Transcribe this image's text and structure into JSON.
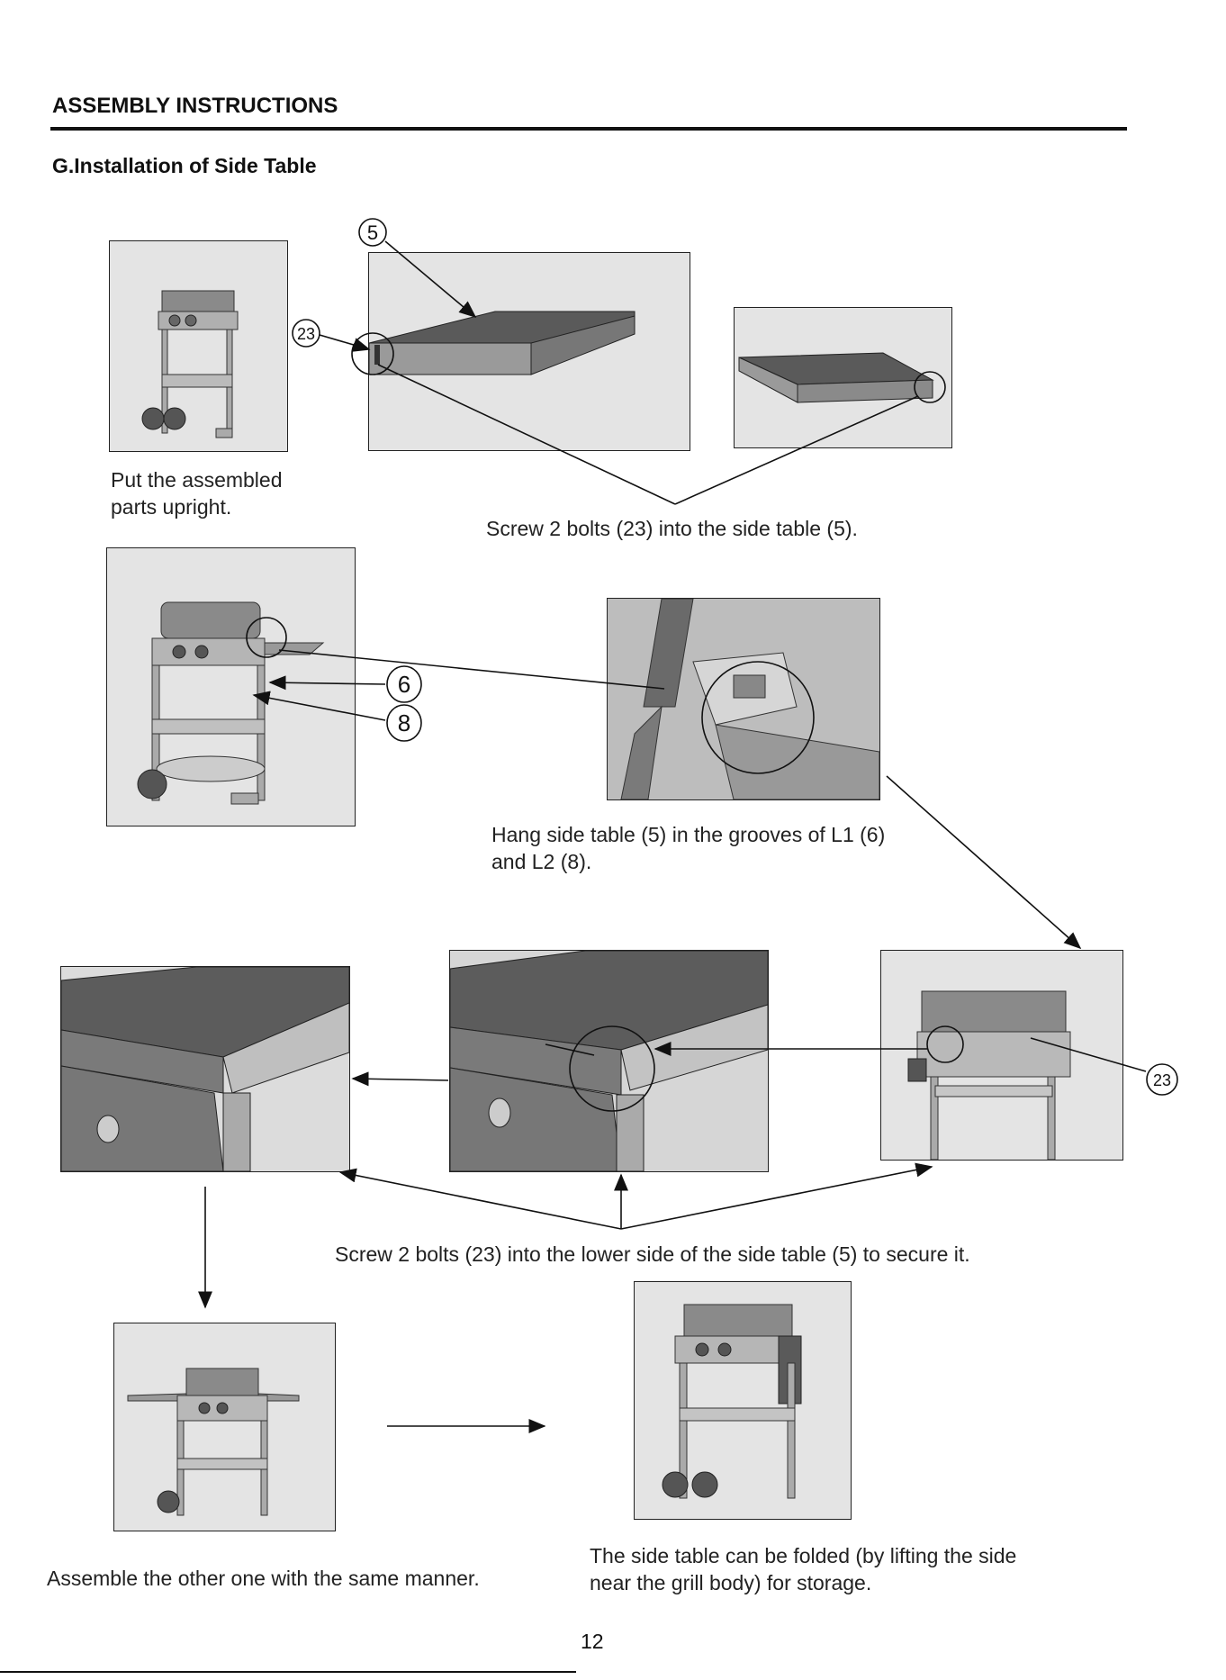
{
  "header": {
    "title": "ASSEMBLY INSTRUCTIONS"
  },
  "section": {
    "title": "G.Installation of Side Table"
  },
  "captions": {
    "step1": "Put the assembled\nparts upright.",
    "step2": "Screw 2 bolts (23) into the side table (5).",
    "step3": "Hang side table (5) in the grooves of L1 (6)\nand L2 (8).",
    "step4": "Screw 2 bolts (23) into the lower side of the side table (5) to secure it.",
    "step5": "Assemble the other one with the same manner.",
    "step6": "The side table can be folded (by lifting the side\n near the grill body) for storage."
  },
  "callouts": {
    "side_table": "5",
    "bolt": "23",
    "leg_l1": "6",
    "leg_l2": "8",
    "bolt_right": "23"
  },
  "footer": {
    "page_number": "12"
  }
}
